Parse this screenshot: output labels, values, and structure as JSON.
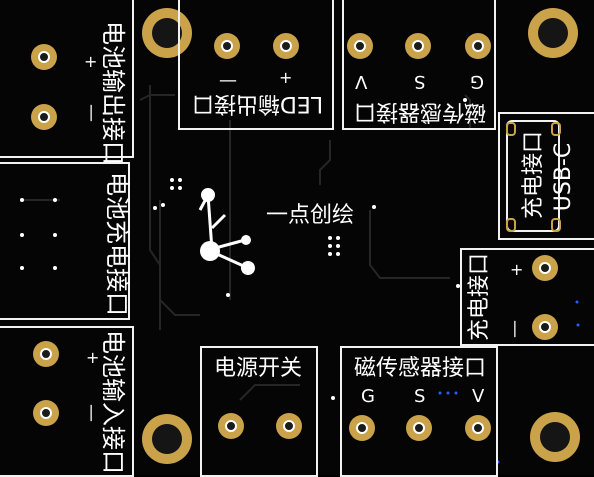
{
  "labels": {
    "battery_output": "电池输出接口",
    "battery_output_plus": "+",
    "battery_output_minus": "—",
    "led_output": "LED输出接口",
    "led_minus": "—",
    "led_plus": "+",
    "mag_sensor_top": "磁传感器接口",
    "mag_top_v": "V",
    "mag_top_s": "S",
    "mag_top_g": "G",
    "usb_charge": "充电接口",
    "usb_c": "USB-C",
    "battery_charge": "电池充电接口",
    "logo": "一点创绘",
    "charge_port": "充电接口",
    "charge_plus": "+",
    "charge_minus": "—",
    "battery_input": "电池输入接口",
    "battery_input_plus": "+",
    "battery_input_minus": "—",
    "power_switch": "电源开关",
    "mag_sensor_bottom": "磁传感器接口",
    "mag_bottom_g": "G",
    "mag_bottom_s": "S",
    "mag_bottom_v": "V"
  },
  "colors": {
    "board": "#050505",
    "silkscreen": "#f2f2f2",
    "pad_gold": "#caa24a",
    "trace": "#2b2b2b",
    "via_blue": "#2a5cff"
  }
}
